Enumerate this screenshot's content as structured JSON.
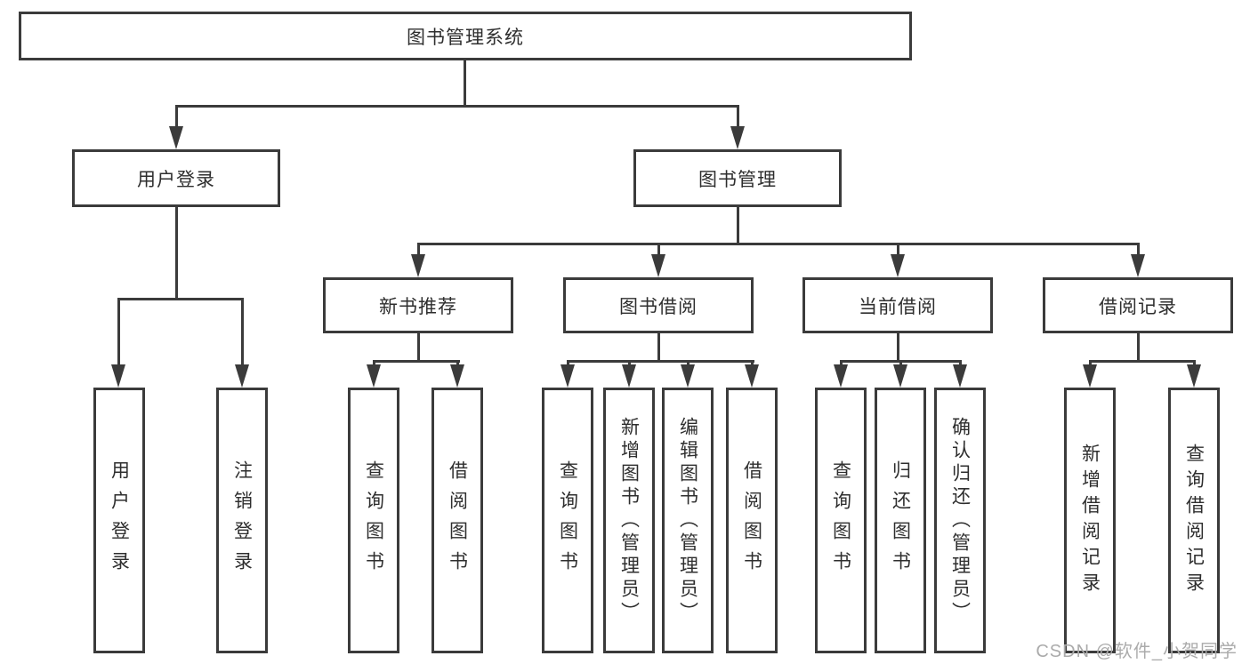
{
  "colors": {
    "line": "#3b3b3b",
    "text": "#2e2e2e",
    "background": "#ffffff",
    "watermark": "#ababab"
  },
  "diagram": {
    "root": {
      "label": "图书管理系统"
    },
    "branches": [
      {
        "label": "用户登录",
        "children": [
          {
            "label": "用户登录"
          },
          {
            "label": "注销登录"
          }
        ]
      },
      {
        "label": "图书管理",
        "children": [
          {
            "label": "新书推荐",
            "children": [
              {
                "label": "查询图书"
              },
              {
                "label": "借阅图书"
              }
            ]
          },
          {
            "label": "图书借阅",
            "children": [
              {
                "label": "查询图书"
              },
              {
                "label": "新增图书（管理员）"
              },
              {
                "label": "编辑图书（管理员）"
              },
              {
                "label": "借阅图书"
              }
            ]
          },
          {
            "label": "当前借阅",
            "children": [
              {
                "label": "查询图书"
              },
              {
                "label": "归还图书"
              },
              {
                "label": "确认归还（管理员）"
              }
            ]
          },
          {
            "label": "借阅记录",
            "children": [
              {
                "label": "新增借阅记录"
              },
              {
                "label": "查询借阅记录"
              }
            ]
          }
        ]
      }
    ]
  },
  "watermark": {
    "text": "CSDN @软件_小贺同学"
  }
}
